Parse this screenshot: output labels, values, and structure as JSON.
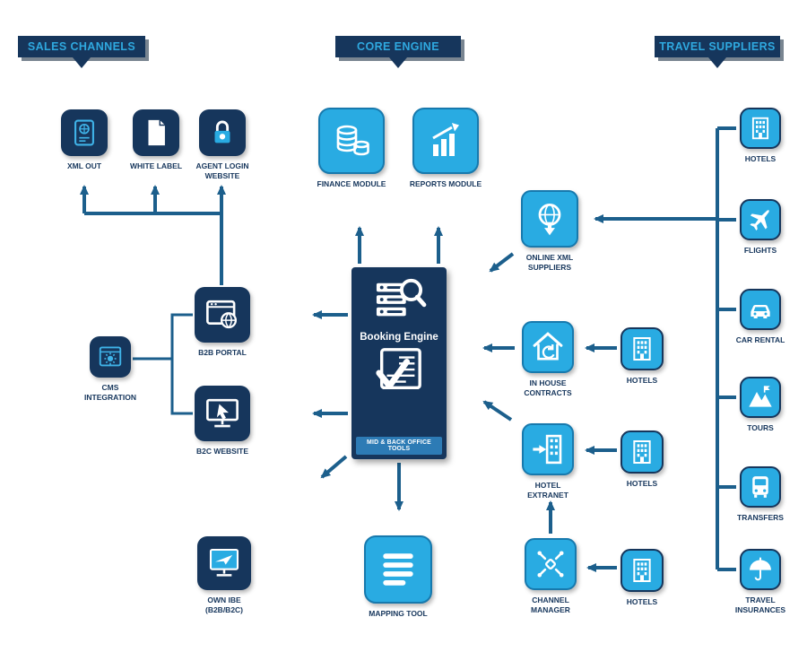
{
  "colors": {
    "navy": "#16365c",
    "blue": "#29abe2",
    "arrow": "#1c5f8c",
    "header_text": "#2fa9e0"
  },
  "headers": {
    "sales_channels": "SALES CHANNELS",
    "core_engine": "CORE ENGINE",
    "travel_suppliers": "TRAVEL SUPPLIERS"
  },
  "nodes": {
    "xml_out": {
      "label": "XML OUT"
    },
    "white_label": {
      "label": "WHITE LABEL"
    },
    "agent_login": {
      "label": "AGENT LOGIN WEBSITE"
    },
    "finance_module": {
      "label": "FINANCE MODULE"
    },
    "reports_module": {
      "label": "REPORTS MODULE"
    },
    "online_xml_suppliers": {
      "label": "ONLINE XML SUPPLIERS"
    },
    "b2b_portal": {
      "label": "B2B PORTAL"
    },
    "cms_integration": {
      "label": "CMS INTEGRATION"
    },
    "b2c_website": {
      "label": "B2C WEBSITE"
    },
    "own_ibe": {
      "label": "OWN IBE (B2B/B2C)"
    },
    "booking_engine": {
      "title": "Booking Engine",
      "footer": "MID & BACK OFFICE TOOLS"
    },
    "mapping_tool": {
      "label": "MAPPING TOOL"
    },
    "in_house_contracts": {
      "label": "IN HOUSE CONTRACTS"
    },
    "hotel_extranet": {
      "label": "HOTEL EXTRANET"
    },
    "channel_manager": {
      "label": "CHANNEL MANAGER"
    },
    "hotels_mid_1": {
      "label": "HOTELS"
    },
    "hotels_mid_2": {
      "label": "HOTELS"
    },
    "hotels_mid_3": {
      "label": "HOTELS"
    },
    "hotels_right": {
      "label": "HOTELS"
    },
    "flights": {
      "label": "FLIGHTS"
    },
    "car_rental": {
      "label": "CAR RENTAL"
    },
    "tours": {
      "label": "TOURS"
    },
    "transfers": {
      "label": "TRANSFERS"
    },
    "travel_insurances": {
      "label": "TRAVEL INSURANCES"
    }
  }
}
